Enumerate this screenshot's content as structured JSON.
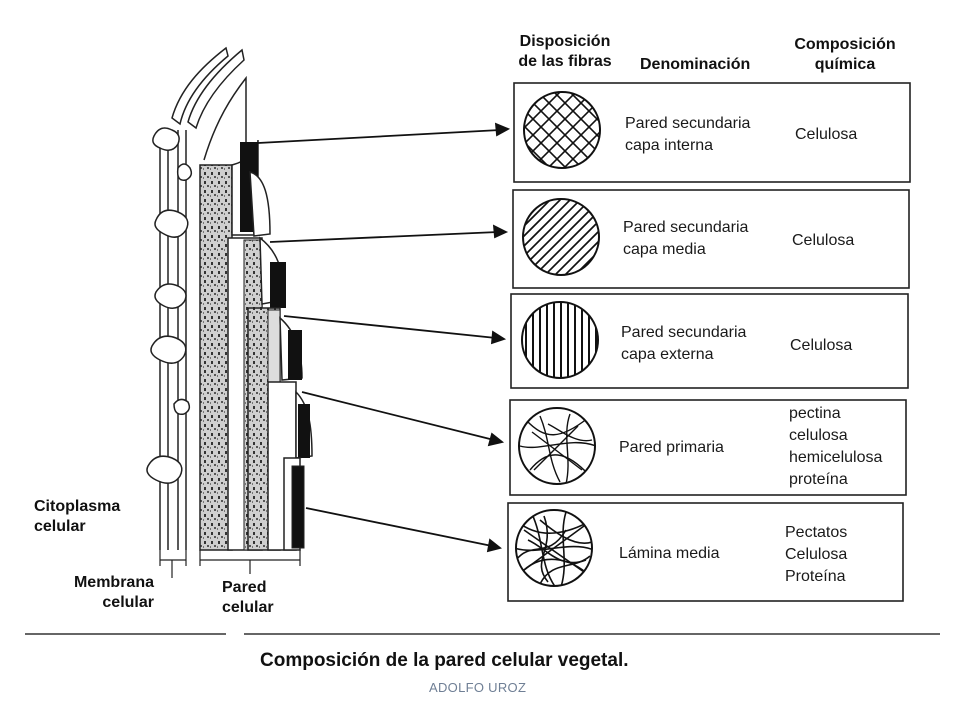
{
  "headers": {
    "disposicion": [
      "Disposición",
      "de las fibras"
    ],
    "denominacion": "Denominación",
    "composicion": [
      "Composición",
      "química"
    ]
  },
  "rows": [
    {
      "name": [
        "Pared secundaria",
        "capa interna"
      ],
      "comp": [
        "Celulosa"
      ],
      "pattern": "crosshatch"
    },
    {
      "name": [
        "Pared secundaria",
        "capa media"
      ],
      "comp": [
        "Celulosa"
      ],
      "pattern": "diagonal"
    },
    {
      "name": [
        "Pared secundaria",
        "capa externa"
      ],
      "comp": [
        "Celulosa"
      ],
      "pattern": "vertical"
    },
    {
      "name": [
        "Pared primaria"
      ],
      "comp": [
        "pectina",
        "celulosa",
        "hemicelulosa",
        "proteína"
      ],
      "pattern": "random-sparse"
    },
    {
      "name": [
        "Lámina media"
      ],
      "comp": [
        "Pectatos",
        "Celulosa",
        "Proteína"
      ],
      "pattern": "random-dense"
    }
  ],
  "labels": {
    "citoplasma": [
      "Citoplasma",
      "celular"
    ],
    "membrana": [
      "Membrana",
      "celular"
    ],
    "pared": [
      "Pared",
      "celular"
    ]
  },
  "caption": "Composición de la pared celular vegetal.",
  "credit": "ADOLFO UROZ"
}
